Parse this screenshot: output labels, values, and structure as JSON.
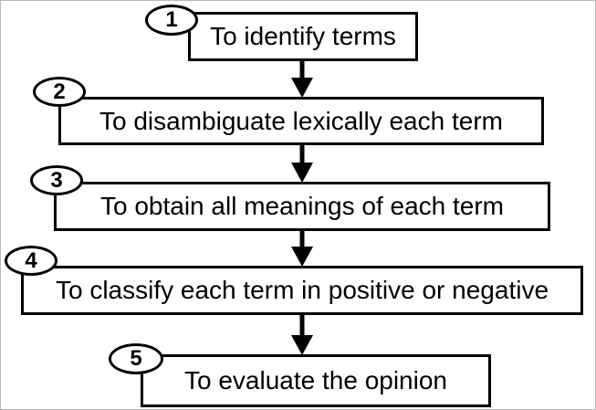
{
  "diagram": {
    "title": "opinion-mining-process-flowchart",
    "background_color": "#ffffff",
    "stroke_color": "#000000",
    "steps": [
      {
        "number": "1",
        "label": "To identify terms"
      },
      {
        "number": "2",
        "label": "To disambiguate lexically each term"
      },
      {
        "number": "3",
        "label": "To obtain all meanings of each term"
      },
      {
        "number": "4",
        "label": "To classify each term in positive or negative"
      },
      {
        "number": "5",
        "label": "To evaluate the opinion"
      }
    ],
    "connections": [
      {
        "from": "1",
        "to": "2"
      },
      {
        "from": "2",
        "to": "3"
      },
      {
        "from": "3",
        "to": "4"
      },
      {
        "from": "4",
        "to": "5"
      }
    ]
  }
}
